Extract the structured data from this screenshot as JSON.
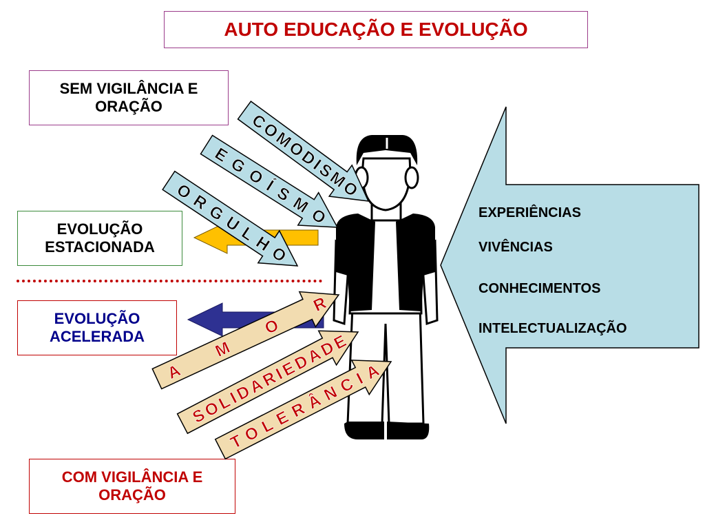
{
  "title": "AUTO EDUCAÇÃO E EVOLUÇÃO",
  "boxes": {
    "sem_vigilancia": "SEM VIGILÂNCIA E ORAÇÃO",
    "evolucao_estacionada": "EVOLUÇÃO ESTACIONADA",
    "evolucao_acelerada": "EVOLUÇÃO ACELERADA",
    "com_vigilancia": "COM VIGILÂNCIA E ORAÇÃO"
  },
  "big_arrow_items": [
    "EXPERIÊNCIAS",
    "VIVÊNCIAS",
    "CONHECIMENTOS",
    "INTELECTUALIZAÇÃO"
  ],
  "negative_arrows": [
    "ORGULHO",
    "EGOÍSMO",
    "COMODISMO"
  ],
  "positive_arrows": [
    "AMOR",
    "SOLIDARIEDADE",
    "TOLERÂNCIA"
  ],
  "colors": {
    "negative_arrow_fill": "#b8dde6",
    "positive_arrow_fill": "#f2dcb0",
    "big_arrow_fill": "#b8dde6",
    "yellow_arrow": "#ffc000",
    "blue_arrow": "#2e3192",
    "title_red": "#c00000"
  }
}
